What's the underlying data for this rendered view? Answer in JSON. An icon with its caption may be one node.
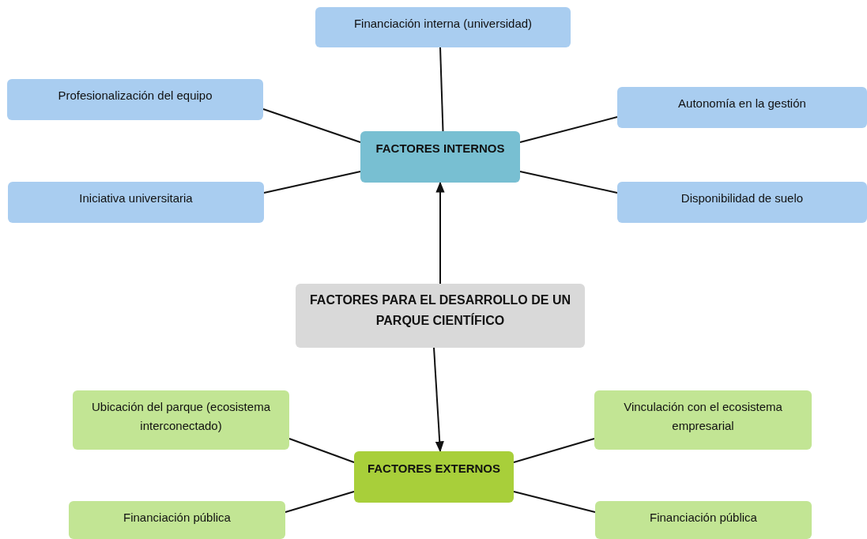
{
  "diagram": {
    "nodes": [
      {
        "text": [
          "Financiación interna (universidad)"
        ]
      },
      {
        "text": [
          "Profesionalización del equipo"
        ]
      },
      {
        "text": [
          "Autonomía en la gestión"
        ]
      },
      {
        "text": [
          "FACTORES INTERNOS"
        ]
      },
      {
        "text": [
          "Iniciativa universitaria"
        ]
      },
      {
        "text": [
          "Disponibilidad de suelo"
        ]
      },
      {
        "text": [
          "FACTORES PARA EL DESARROLLO DE UN PARQUE CIENTÍFICO"
        ]
      },
      {
        "text": [
          "Ubicación del parque (ecosistema interconectado)"
        ]
      },
      {
        "text": [
          "Vinculación con el ecosistema empresarial"
        ]
      },
      {
        "text": [
          "FACTORES EXTERNOS"
        ]
      },
      {
        "text": [
          "Financiación pública"
        ]
      },
      {
        "text": [
          "Financiación pública"
        ]
      }
    ],
    "edges": [
      {
        "from": 6,
        "to": 3,
        "arrow": "to"
      },
      {
        "from": 6,
        "to": 9,
        "arrow": "to"
      },
      {
        "from": 3,
        "to": 0,
        "arrow": "none"
      },
      {
        "from": 3,
        "to": 1,
        "arrow": "none"
      },
      {
        "from": 3,
        "to": 2,
        "arrow": "none"
      },
      {
        "from": 3,
        "to": 4,
        "arrow": "none"
      },
      {
        "from": 3,
        "to": 5,
        "arrow": "none"
      },
      {
        "from": 9,
        "to": 7,
        "arrow": "none"
      },
      {
        "from": 9,
        "to": 8,
        "arrow": "none"
      },
      {
        "from": 9,
        "to": 10,
        "arrow": "none"
      },
      {
        "from": 9,
        "to": 11,
        "arrow": "none"
      }
    ]
  }
}
